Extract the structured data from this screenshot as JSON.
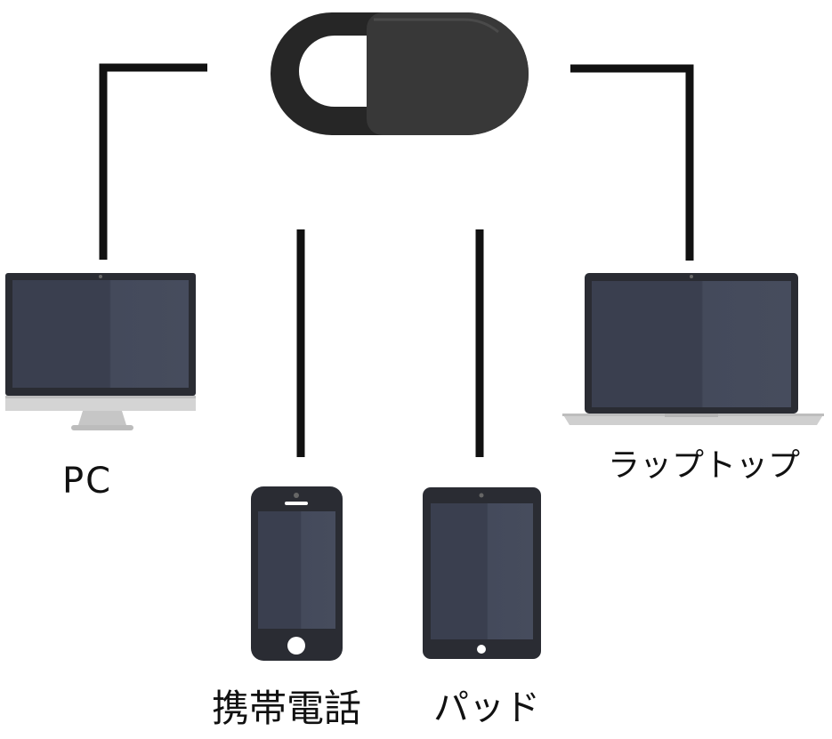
{
  "labels": {
    "pc": "PC",
    "laptop": "ラップトップ",
    "phone": "携帯電話",
    "pad": "パッド"
  },
  "colors": {
    "connector": "#111111",
    "cover_body": "#262626",
    "cover_slider": "#383838",
    "screen": "#3a3f4f",
    "device_frame": "#2a2c33",
    "monitor_chin": "#d4d4d4",
    "laptop_base": "#cfcfcf"
  },
  "icons": [
    "webcam-cover-icon",
    "desktop-monitor-icon",
    "laptop-icon",
    "smartphone-icon",
    "tablet-icon"
  ]
}
